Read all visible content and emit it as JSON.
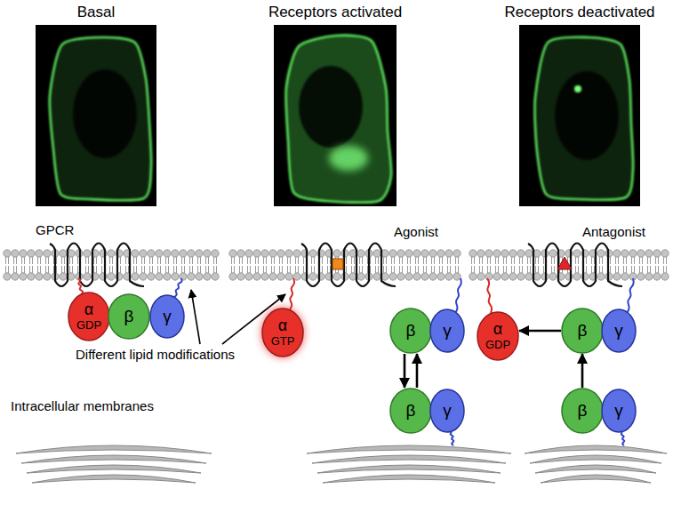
{
  "diagram": {
    "nodes": [
      {
        "text": [
          "α",
          "GDP"
        ]
      },
      {
        "text": [
          "β"
        ]
      },
      {
        "text": [
          "γ"
        ]
      },
      {
        "text": [
          "α",
          "GTP"
        ]
      },
      {
        "text": [
          "β"
        ]
      },
      {
        "text": [
          "γ"
        ]
      },
      {
        "text": [
          "β"
        ]
      },
      {
        "text": [
          "γ"
        ]
      },
      {
        "text": [
          "α",
          "GDP"
        ]
      },
      {
        "text": [
          "β"
        ]
      },
      {
        "text": [
          "γ"
        ]
      },
      {
        "text": [
          "β"
        ]
      },
      {
        "text": [
          "γ"
        ]
      }
    ],
    "edges": [
      {
        "from": 4,
        "to": 6,
        "arrow": "to"
      },
      {
        "from": 6,
        "to": 4,
        "arrow": "to"
      },
      {
        "from": 9,
        "to": 8,
        "arrow": "to"
      },
      {
        "from": 11,
        "to": 9,
        "arrow": "to"
      }
    ],
    "labels": [
      "Basal",
      "Receptors activated",
      "Receptors deactivated",
      "GPCR",
      "Agonist",
      "Antagonist",
      "Different lipid modifications",
      "Intracellular membranes"
    ]
  }
}
